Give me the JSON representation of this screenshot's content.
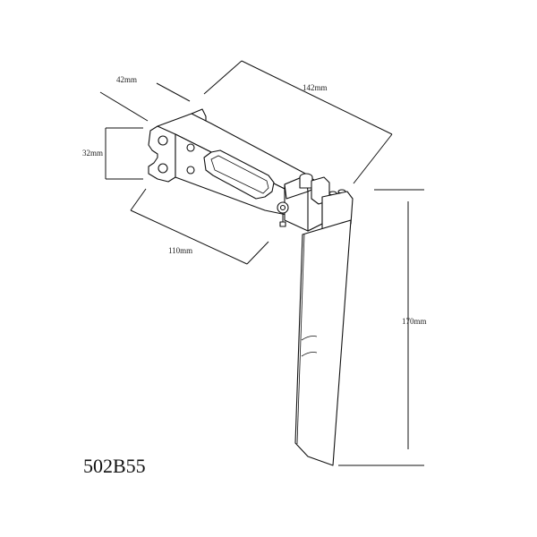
{
  "drawing": {
    "model_code": "502B55",
    "dimensions": {
      "width_small": "42mm",
      "height_small": "32mm",
      "length_top": "142mm",
      "length_bottom": "110mm",
      "height_blade": "170mm"
    }
  }
}
